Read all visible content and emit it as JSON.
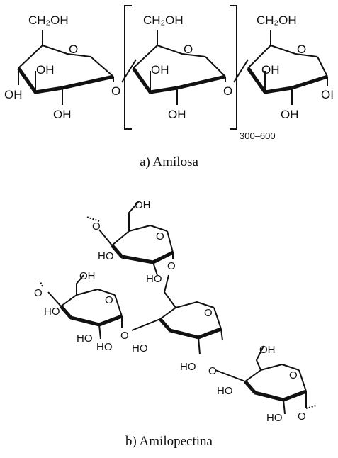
{
  "panel_a": {
    "caption": "a) Amilosa",
    "repeat_label": "300–600",
    "ring_labels": {
      "ch2oh": "CH₂OH",
      "oh": "OH",
      "ring_o": "O",
      "bridge_o": "O",
      "end_label": "OI"
    }
  },
  "panel_b": {
    "caption": "b) Amilopectina",
    "labels": {
      "oh": "OH",
      "ho": "HO",
      "ring_o": "O",
      "glyco_o": "O"
    }
  }
}
